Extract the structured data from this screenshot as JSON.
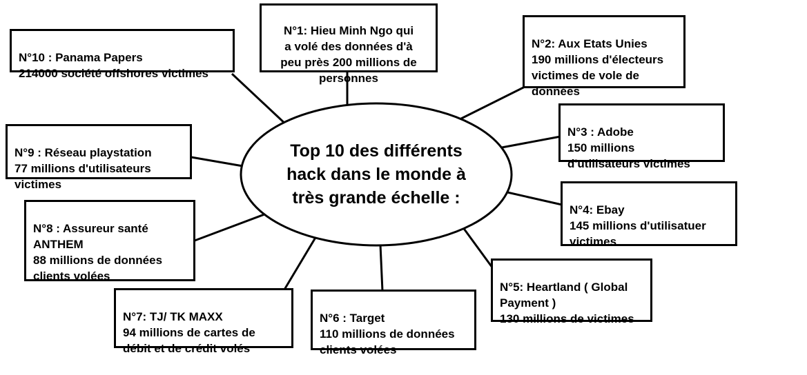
{
  "title": "Top 10 hacks mind map",
  "colors": {
    "line": "#000000",
    "box_border": "#000000",
    "box_background": "#ffffff",
    "text": "#000000"
  },
  "center": {
    "text": "Top 10 des différents\nhack dans le monde à\ntrès grande échelle :"
  },
  "nodes": [
    {
      "id": "n1",
      "text": "N°1:  Hieu Minh Ngo qui\na volé des données d'à\npeu près 200 millions de\npersonnes"
    },
    {
      "id": "n2",
      "text": "N°2: Aux Etats Unies\n190 millions d'électeurs\nvictimes de vole de\ndonnées"
    },
    {
      "id": "n3",
      "text": "N°3 : Adobe\n150 millions\nd'utilisateurs victimes"
    },
    {
      "id": "n4",
      "text": "N°4: Ebay\n145 millions d'utilisatuer\nvictimes"
    },
    {
      "id": "n5",
      "text": "N°5: Heartland ( Global\nPayment )\n130 millions de victimes"
    },
    {
      "id": "n6",
      "text": "N°6 : Target\n110 millions de données\nclients volées"
    },
    {
      "id": "n7",
      "text": "N°7: TJ/ TK MAXX\n94 millions de cartes de\ndébit et de crédit volés"
    },
    {
      "id": "n8",
      "text": "N°8 : Assureur santé\nANTHEM\n88 millions de données\nclients volées"
    },
    {
      "id": "n9",
      "text": "N°9 : Réseau playstation\n77 millions d'utilisateurs\nvictimes"
    },
    {
      "id": "n10",
      "text": "N°10 : Panama Papers\n214000 société offshores victimes"
    }
  ]
}
